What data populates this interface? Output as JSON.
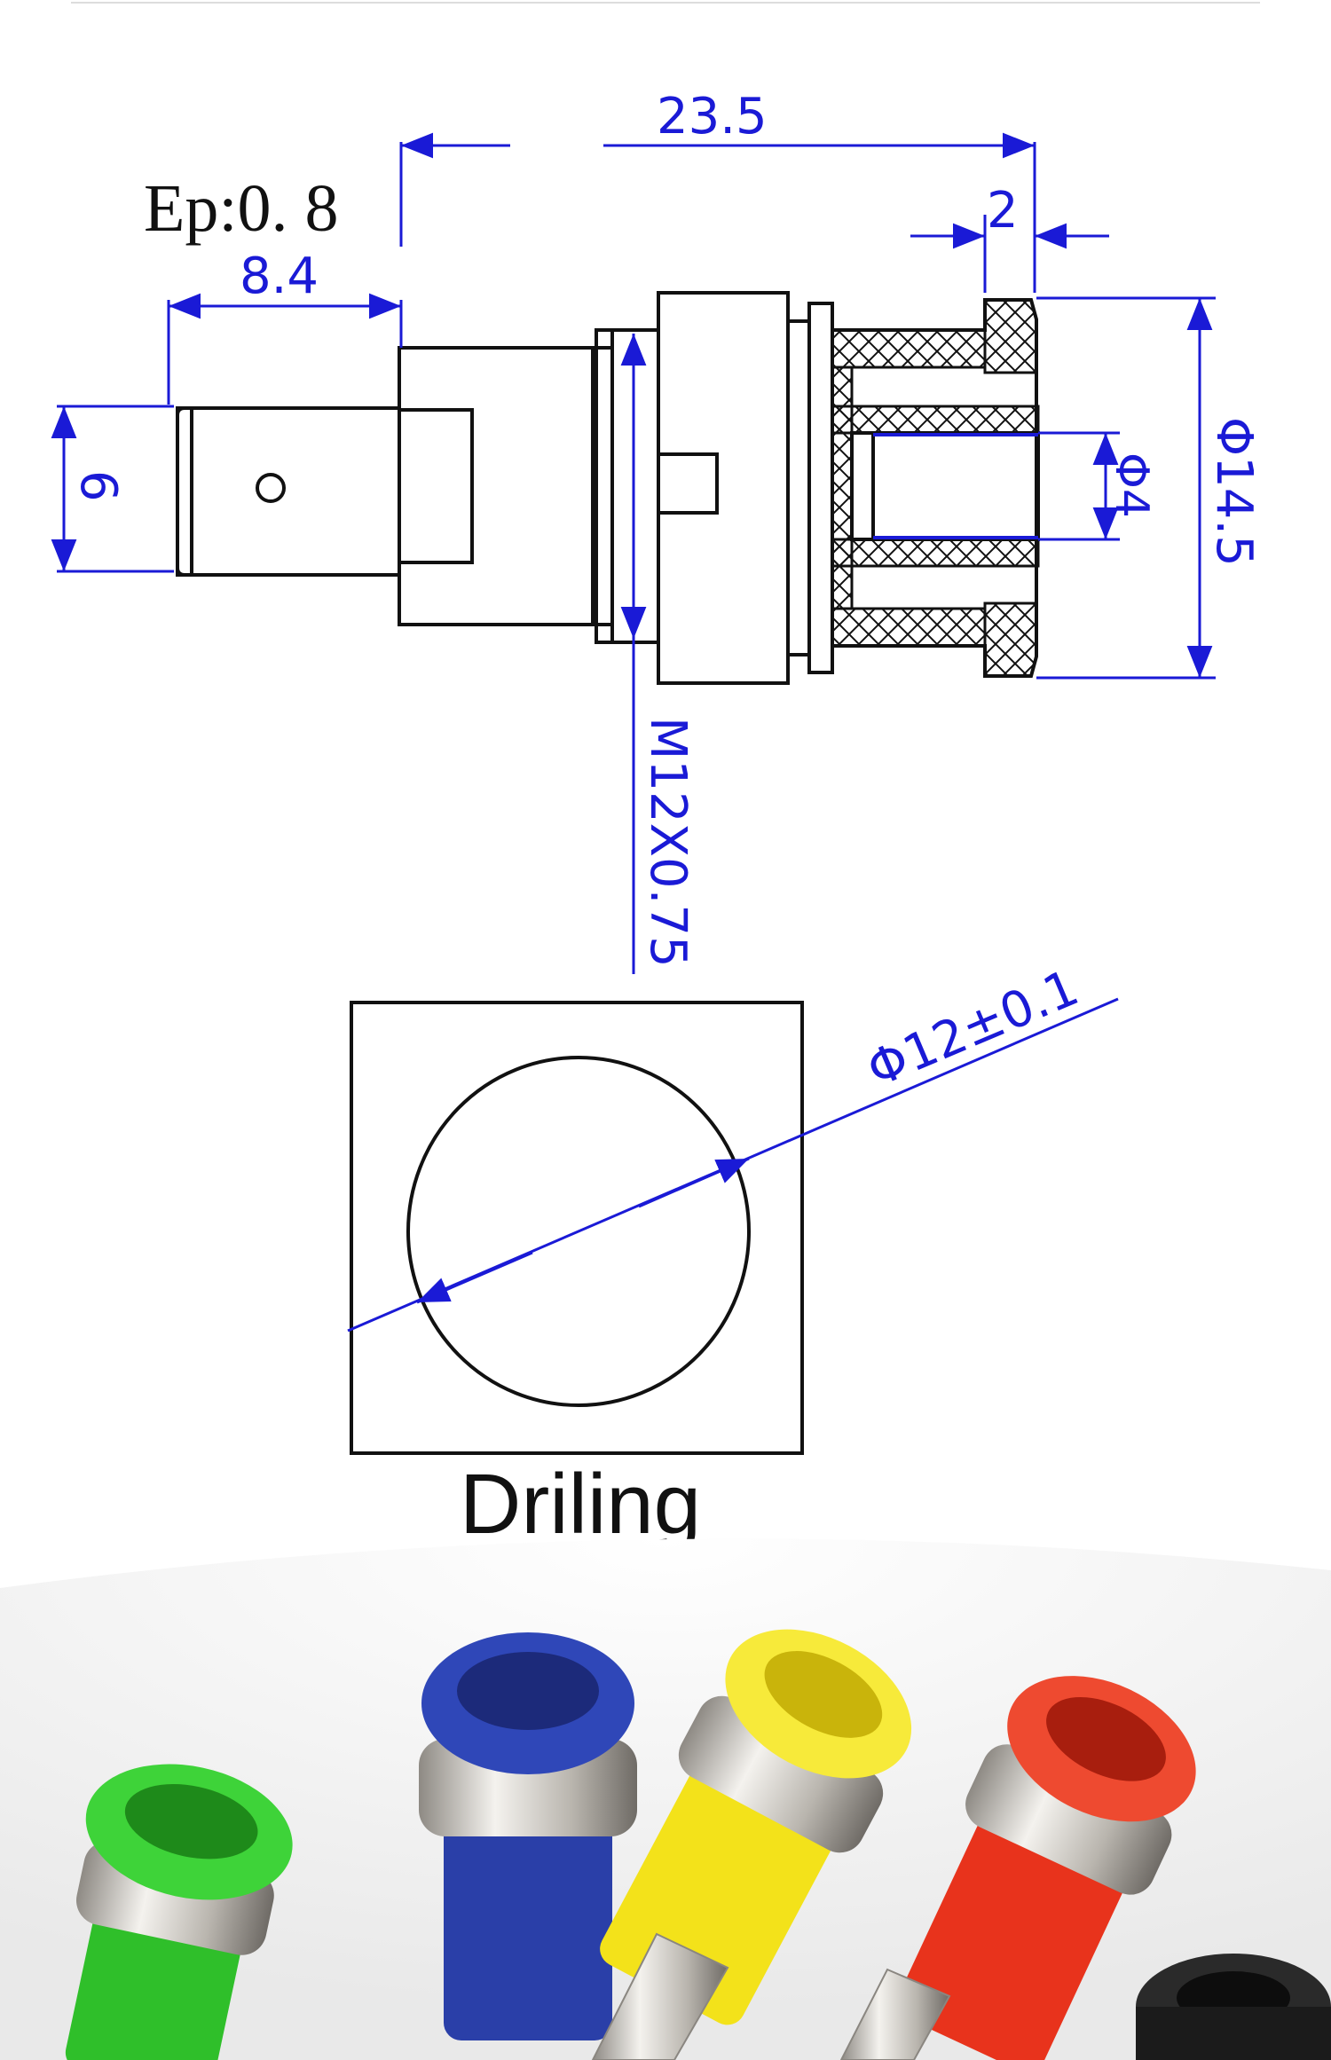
{
  "drawing": {
    "ep_label": "Ep:0. 8",
    "dim_overall": "23.5",
    "dim_flange": "2",
    "dim_tab_length": "8.4",
    "dim_tab_width": "6",
    "dim_hole": "Φ4",
    "dim_outer": "Φ14.5",
    "dim_thread": "M12X0.75"
  },
  "drilling": {
    "dim_hole": "Φ12±0.1",
    "caption": "Driling"
  },
  "colors": {
    "dimension": "#1a1ad6",
    "outline": "#111111",
    "green": "#2fbf2a",
    "blue": "#2a3fa8",
    "yellow": "#f3e21a",
    "red": "#e8331c",
    "black": "#1b1b1b",
    "nickel": "#c9c6c0"
  },
  "photo": {
    "items": [
      "green-socket",
      "blue-socket",
      "yellow-socket",
      "red-socket",
      "black-socket"
    ]
  }
}
